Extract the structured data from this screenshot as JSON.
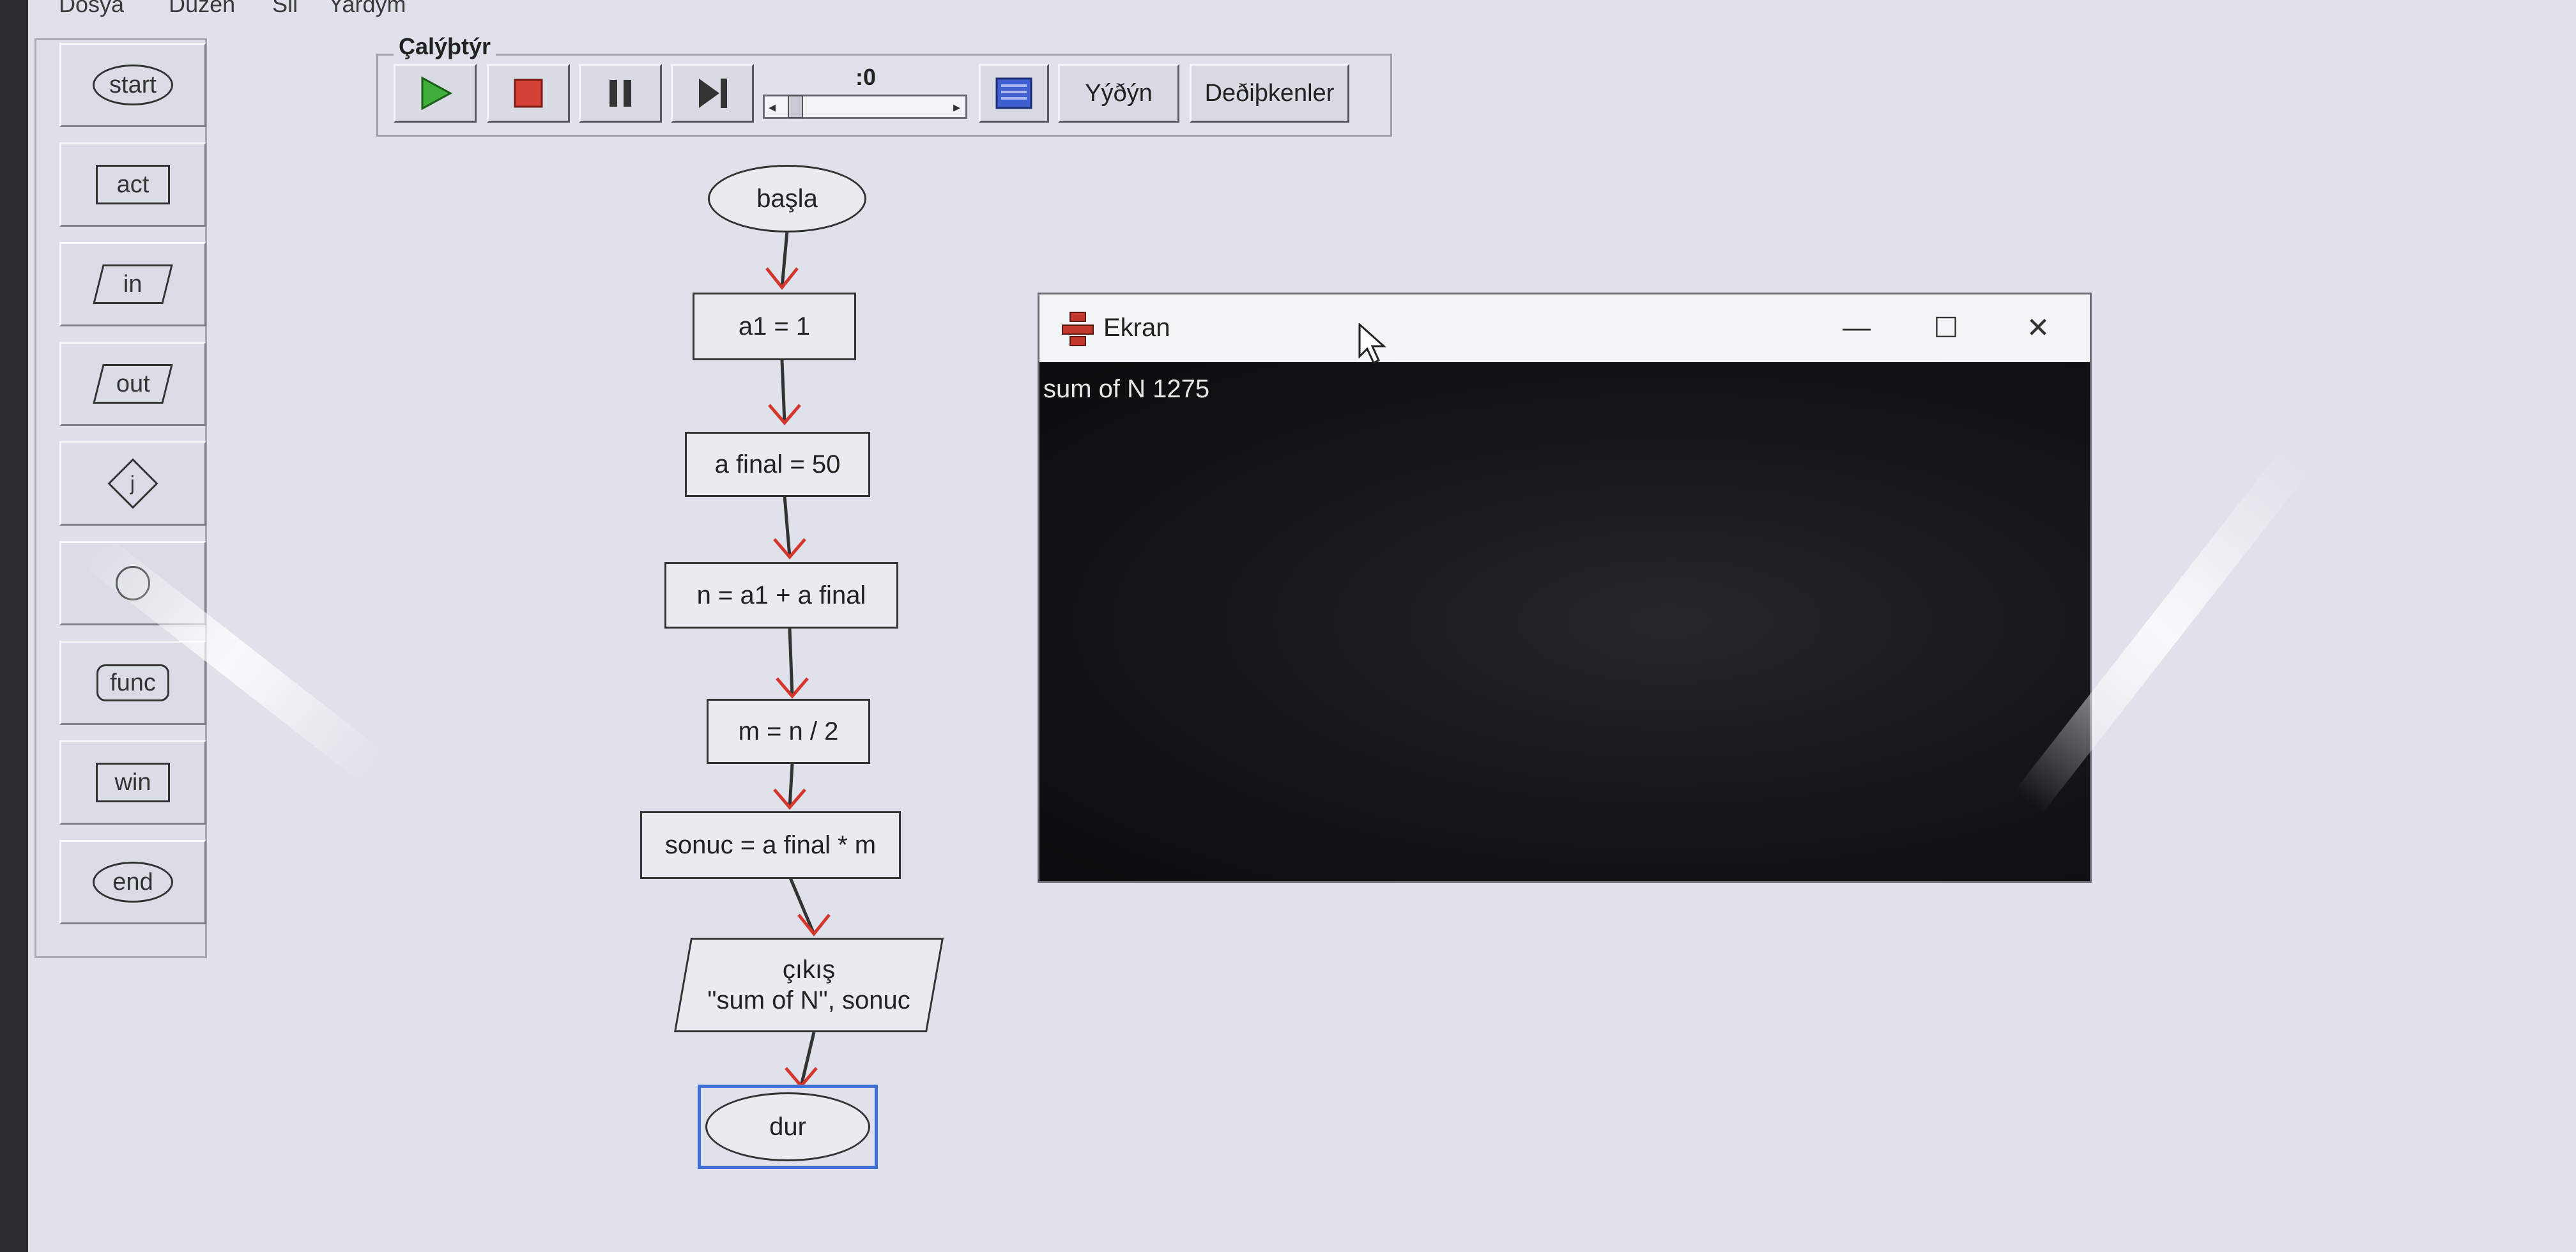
{
  "menu": [
    "Dosya",
    "Düzen",
    "Sil",
    "Yardým"
  ],
  "palette": [
    {
      "label": "start",
      "shape": "oval"
    },
    {
      "label": "act",
      "shape": "rect"
    },
    {
      "label": "in",
      "shape": "para"
    },
    {
      "label": "out",
      "shape": "para"
    },
    {
      "label": "j",
      "shape": "diamond"
    },
    {
      "label": "",
      "shape": "circle"
    },
    {
      "label": "func",
      "shape": "hex"
    },
    {
      "label": "win",
      "shape": "rect"
    },
    {
      "label": "end",
      "shape": "oval"
    }
  ],
  "toolbar": {
    "title": "Çalýþtýr",
    "speed": ":0",
    "run_icon": "play-icon",
    "stop_icon": "stop-icon",
    "pause_icon": "pause-icon",
    "step_icon": "step-icon",
    "screen_icon": "screen-icon",
    "trace_label": "Yýðýn",
    "variables_label": "Deðiþkenler"
  },
  "flowchart": [
    {
      "text": "başla"
    },
    {
      "text": "a1 = 1"
    },
    {
      "text": "a final = 50"
    },
    {
      "text": "n = a1 + a final"
    },
    {
      "text": "m = n / 2"
    },
    {
      "text": "sonuc = a final * m"
    },
    {
      "text": "çıkış\n\"sum of N\", sonuc"
    },
    {
      "text": "dur"
    }
  ],
  "output_window": {
    "title": "Ekran",
    "app_icon": "flowchart-app-icon",
    "output_text": "sum of N 1275",
    "minimize_glyph": "—",
    "maximize_glyph": "☐",
    "close_glyph": "✕"
  },
  "colors": {
    "run_green": "#3fae3a",
    "stop_red": "#d64137",
    "arrow_red": "#d4372d",
    "selection_blue": "#3f6fd6"
  }
}
